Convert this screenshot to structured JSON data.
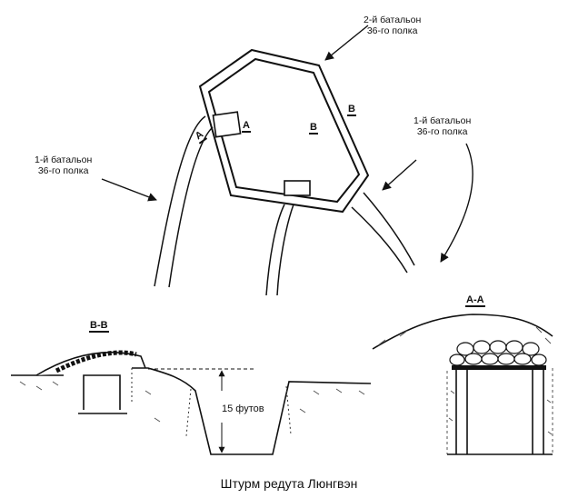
{
  "labels": {
    "battalion2": [
      "2-й батальон",
      "36-го полка"
    ],
    "battalion1_right": [
      "1-й батальон",
      "36-го полка"
    ],
    "battalion1_left": [
      "1-й батальон",
      "36-го полка"
    ],
    "section_a_plan": "A",
    "section_a_plan_2": "A",
    "section_b_plan": "B",
    "section_b_plan_2": "B",
    "section_bb": "B-B",
    "section_aa": "A-A",
    "depth": "15 футов"
  },
  "caption": "Штурм редута Люнгвэн"
}
